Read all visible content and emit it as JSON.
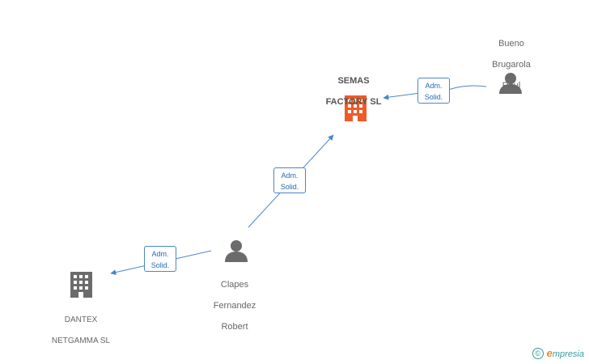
{
  "nodes": {
    "semas": {
      "line1": "SEMAS",
      "line2": "FACTORY SL",
      "color": "#f05a28",
      "icon": "building-icon"
    },
    "dantex": {
      "line1": "DANTEX",
      "line2": "NETGAMMA SL",
      "color": "#6b6b6b",
      "icon": "building-icon"
    },
    "bueno": {
      "line1": "Bueno",
      "line2": "Brugarola",
      "line3": "Raul",
      "icon": "person-icon"
    },
    "clapes": {
      "line1": "Clapes",
      "line2": "Fernandez",
      "line3": "Robert",
      "icon": "person-icon"
    }
  },
  "edges": [
    {
      "from": "bueno",
      "to": "semas",
      "label_line1": "Adm.",
      "label_line2": "Solid."
    },
    {
      "from": "clapes",
      "to": "semas",
      "label_line1": "Adm.",
      "label_line2": "Solid."
    },
    {
      "from": "clapes",
      "to": "dantex",
      "label_line1": "Adm.",
      "label_line2": "Solid."
    }
  ],
  "colors": {
    "edge": "#4a86c8",
    "person": "#6b6b6b"
  },
  "brand": {
    "copyright_symbol": "©",
    "first_letter": "e",
    "rest": "mpresia"
  }
}
